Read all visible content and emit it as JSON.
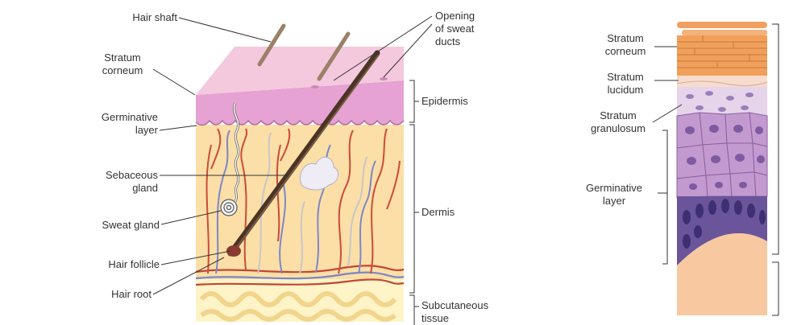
{
  "skin_diagram": {
    "labels": {
      "hair_shaft": "Hair shaft",
      "stratum_corneum": [
        "Stratum",
        "corneum"
      ],
      "germinative_layer": [
        "Germinative",
        "layer"
      ],
      "sebaceous_gland": [
        "Sebaceous",
        "gland"
      ],
      "sweat_gland": "Sweat gland",
      "hair_follicle": "Hair follicle",
      "hair_root": "Hair root",
      "opening_of_sweat_ducts": [
        "Opening",
        "of sweat",
        "ducts"
      ],
      "epidermis": "Epidermis",
      "dermis": "Dermis",
      "subcutaneous_tissue": [
        "Subcutaneous",
        "tissue"
      ]
    }
  },
  "epidermis_detail": {
    "labels": {
      "stratum_corneum": [
        "Stratum",
        "corneum"
      ],
      "stratum_lucidum": [
        "Stratum",
        "lucidum"
      ],
      "stratum_granulosum": [
        "Stratum",
        "granulosum"
      ],
      "germinative_layer": [
        "Germinative",
        "layer"
      ]
    }
  },
  "colors": {
    "surface_top": "#f3c6dc",
    "epidermis": "#e6a3d3",
    "dermis": "#fbe0a8",
    "subcutaneous": "#fff2c4",
    "hair": "#5a4030",
    "artery": "#cc4b3a",
    "vein": "#7a86c8",
    "nerve": "#c0c0c0",
    "corneum": "#f0a05a",
    "basal_cells": "#5b4a8c",
    "base_tissue": "#f8c8a0"
  }
}
